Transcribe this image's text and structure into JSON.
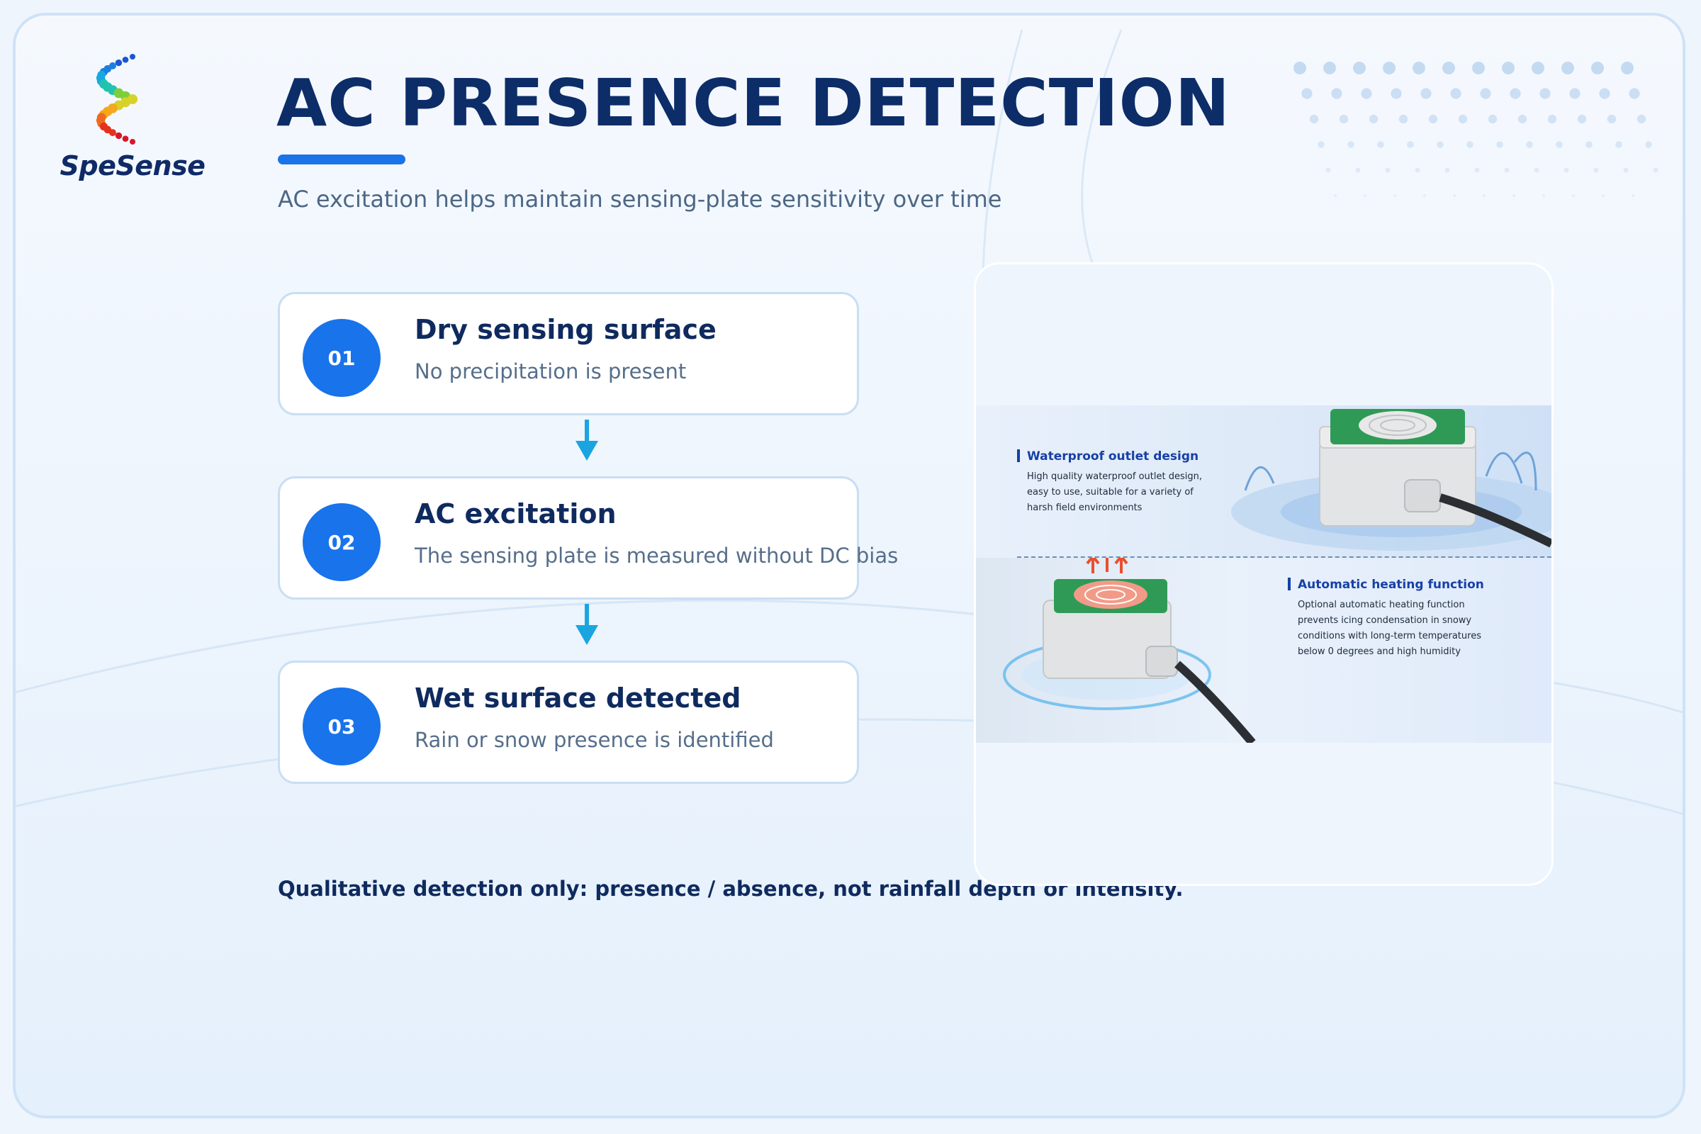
{
  "brand": {
    "logo_text": "SpeSense",
    "accent_color": "#1a73e8",
    "navy": "#0c2d68"
  },
  "header": {
    "title": "AC PRESENCE DETECTION",
    "subtitle": "AC excitation helps maintain sensing-plate sensitivity over time"
  },
  "steps": [
    {
      "number": "01",
      "title": "Dry sensing surface",
      "description": "No precipitation is present"
    },
    {
      "number": "02",
      "title": "AC excitation",
      "description": "The sensing plate is measured without DC bias"
    },
    {
      "number": "03",
      "title": "Wet surface detected",
      "description": "Rain or snow presence is identified"
    }
  ],
  "footnote": "Qualitative detection only: presence / absence, not rainfall depth or intensity.",
  "product_image": {
    "features": [
      {
        "title": "Waterproof outlet design",
        "lines": [
          "High quality waterproof outlet design,",
          "easy to use, suitable for a variety of",
          "harsh field environments"
        ]
      },
      {
        "title": "Automatic heating function",
        "lines": [
          "Optional automatic heating function",
          "prevents icing condensation in snowy",
          "conditions with long-term temperatures",
          "below 0 degrees and high humidity"
        ]
      }
    ]
  }
}
